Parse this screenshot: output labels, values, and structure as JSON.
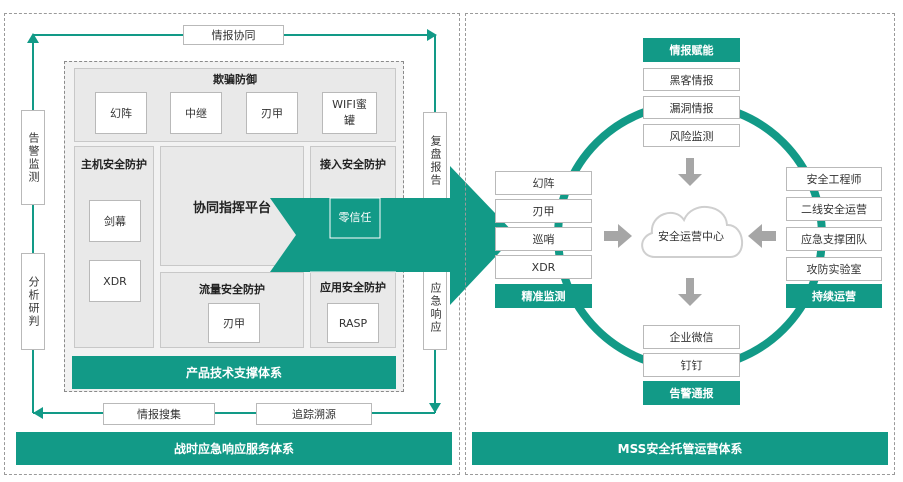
{
  "left": {
    "top_label": "情报协同",
    "left_top_label": "告警监测",
    "left_bottom_label": "分析研判",
    "right_top_label": "复盘报告",
    "right_bottom_label": "应急响应",
    "bottom_left_label": "情报搜集",
    "bottom_right_label": "追踪溯源",
    "footer": "战时应急响应服务体系",
    "deception": {
      "title": "欺骗防御",
      "items": [
        "幻阵",
        "中继",
        "刃甲",
        "WIFI蜜罐"
      ]
    },
    "host": {
      "title": "主机安全防护",
      "items": [
        "剑幕",
        "XDR"
      ]
    },
    "center_title": "协同指挥平台",
    "access": {
      "title": "接入安全防护",
      "items": [
        "零信任"
      ]
    },
    "traffic": {
      "title": "流量安全防护",
      "items": [
        "刃甲"
      ]
    },
    "app": {
      "title": "应用安全防护",
      "items": [
        "RASP"
      ]
    },
    "support": "产品技术支撑体系"
  },
  "right": {
    "footer": "MSS安全托管运营体系",
    "center": "安全运营中心",
    "top_title": "情报赋能",
    "top_items": [
      "黑客情报",
      "漏洞情报",
      "风险监测"
    ],
    "left_items": [
      "幻阵",
      "刃甲",
      "巡哨",
      "XDR"
    ],
    "left_title": "精准监测",
    "right_items": [
      "安全工程师",
      "二线安全运营",
      "应急支撑团队",
      "攻防实验室"
    ],
    "right_title": "持续运营",
    "bottom_items": [
      "企业微信",
      "钉钉"
    ],
    "bottom_title": "告警通报"
  },
  "colors": {
    "accent": "#129a87",
    "arrow": "#a6a6a6",
    "gray_panel": "#e9e9e9"
  }
}
